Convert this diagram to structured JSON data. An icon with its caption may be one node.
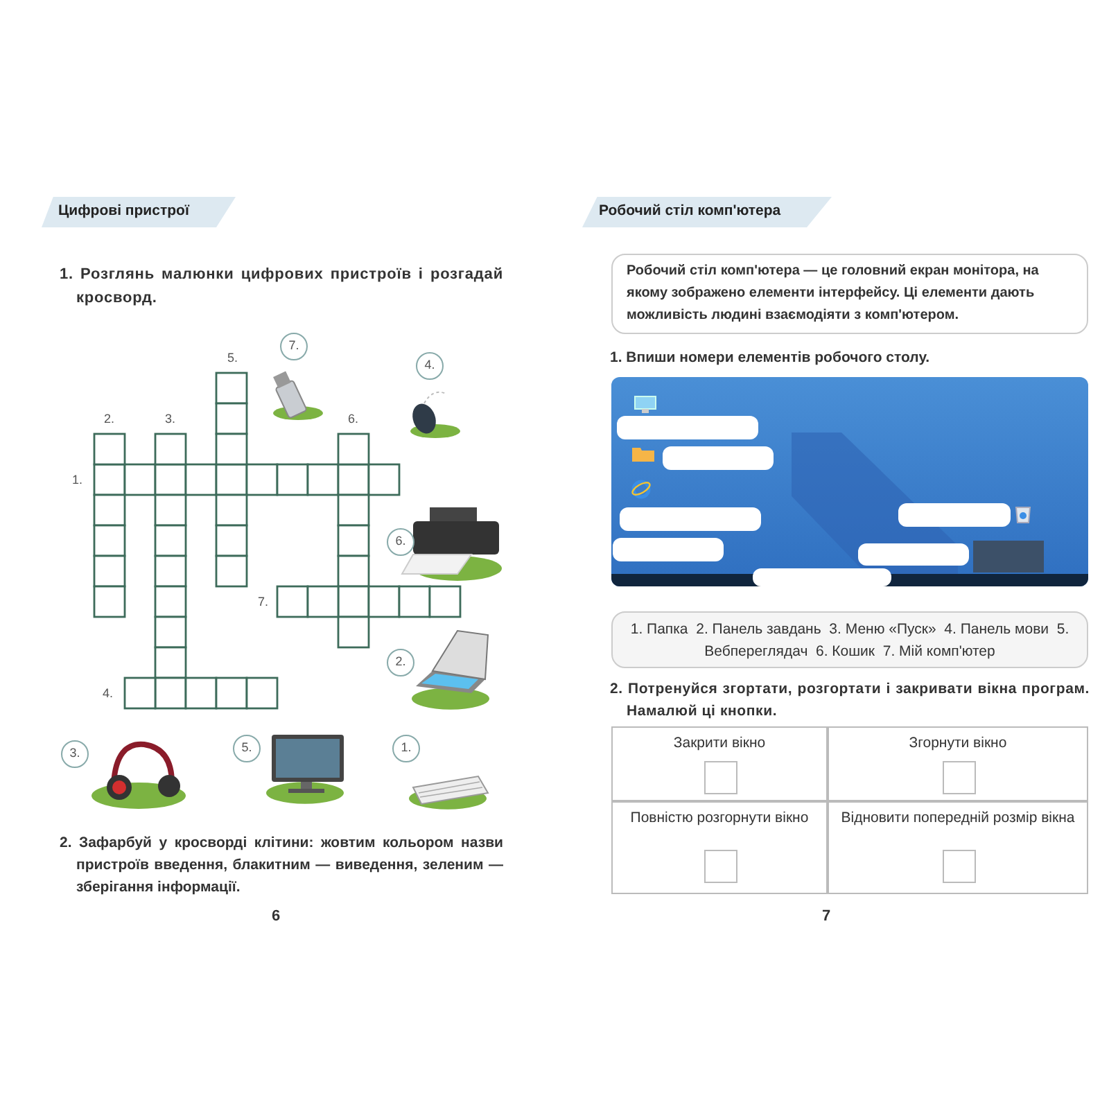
{
  "diagram": {
    "nodes": [
      {
        "text": [
          "Цифрові пристрої"
        ]
      },
      {
        "text": [
          "7."
        ]
      },
      {
        "text": [
          "4."
        ]
      },
      {
        "text": [
          "6."
        ]
      },
      {
        "text": [
          "2."
        ]
      },
      {
        "text": [
          "3."
        ]
      },
      {
        "text": [
          "5."
        ]
      },
      {
        "text": [
          "1."
        ]
      },
      {
        "text": [
          "Робочий стіл комп'ютера"
        ]
      },
      {
        "text": [
          "Робочий стіл комп'ютера — це головний екран монітора, на якому зображено елементи інтерфейсу. Ці елементи дають можливість людині взаємодіяти з комп'ютером."
        ]
      },
      {
        "text": [],
        "shape": "picture"
      },
      {
        "text": [],
        "shape": "box",
        "in": 10
      },
      {
        "text": [],
        "shape": "box",
        "in": 10
      },
      {
        "text": [],
        "shape": "box",
        "in": 10
      },
      {
        "text": [],
        "shape": "box",
        "in": 10
      },
      {
        "text": [],
        "shape": "box",
        "in": 10
      },
      {
        "text": [],
        "shape": "box",
        "in": 10
      },
      {
        "text": [],
        "shape": "box",
        "in": 10
      },
      {
        "text": [
          "1. Папка  2. Панель завдань  3. Меню «Пуск»  4. Панель мови  5. Вебпереглядач  6. Кошик  7. Мій комп'ютер"
        ]
      },
      {
        "text": [
          "Закрити вікно"
        ]
      },
      {
        "text": [],
        "shape": "box",
        "in": 19
      },
      {
        "text": [
          "Згорнути вікно"
        ]
      },
      {
        "text": [],
        "shape": "box",
        "in": 21
      },
      {
        "text": [
          "Повністю розгорнути вікно"
        ]
      },
      {
        "text": [],
        "shape": "box",
        "in": 23
      },
      {
        "text": [
          "Відновити попередній розмір вікна"
        ]
      },
      {
        "text": [],
        "shape": "box",
        "in": 25
      }
    ],
    "labels": [
      "1. Розглянь малюнки цифрових пристроїв і розгадай кросворд.",
      "5.",
      "2.",
      "3.",
      "6.",
      "1.",
      "7.",
      "4.",
      "2. Зафарбуй у кросворді клітини: жовтим кольором назви пристроїв введення, блакитним — виведення, зеленим — зберігання інформації.",
      "6",
      "1. Впиши номери елементів робочого столу.",
      "2. Потренуйся згортати, розгортати і закривати вікна програм. Намалюй ці кнопки.",
      "7"
    ]
  }
}
